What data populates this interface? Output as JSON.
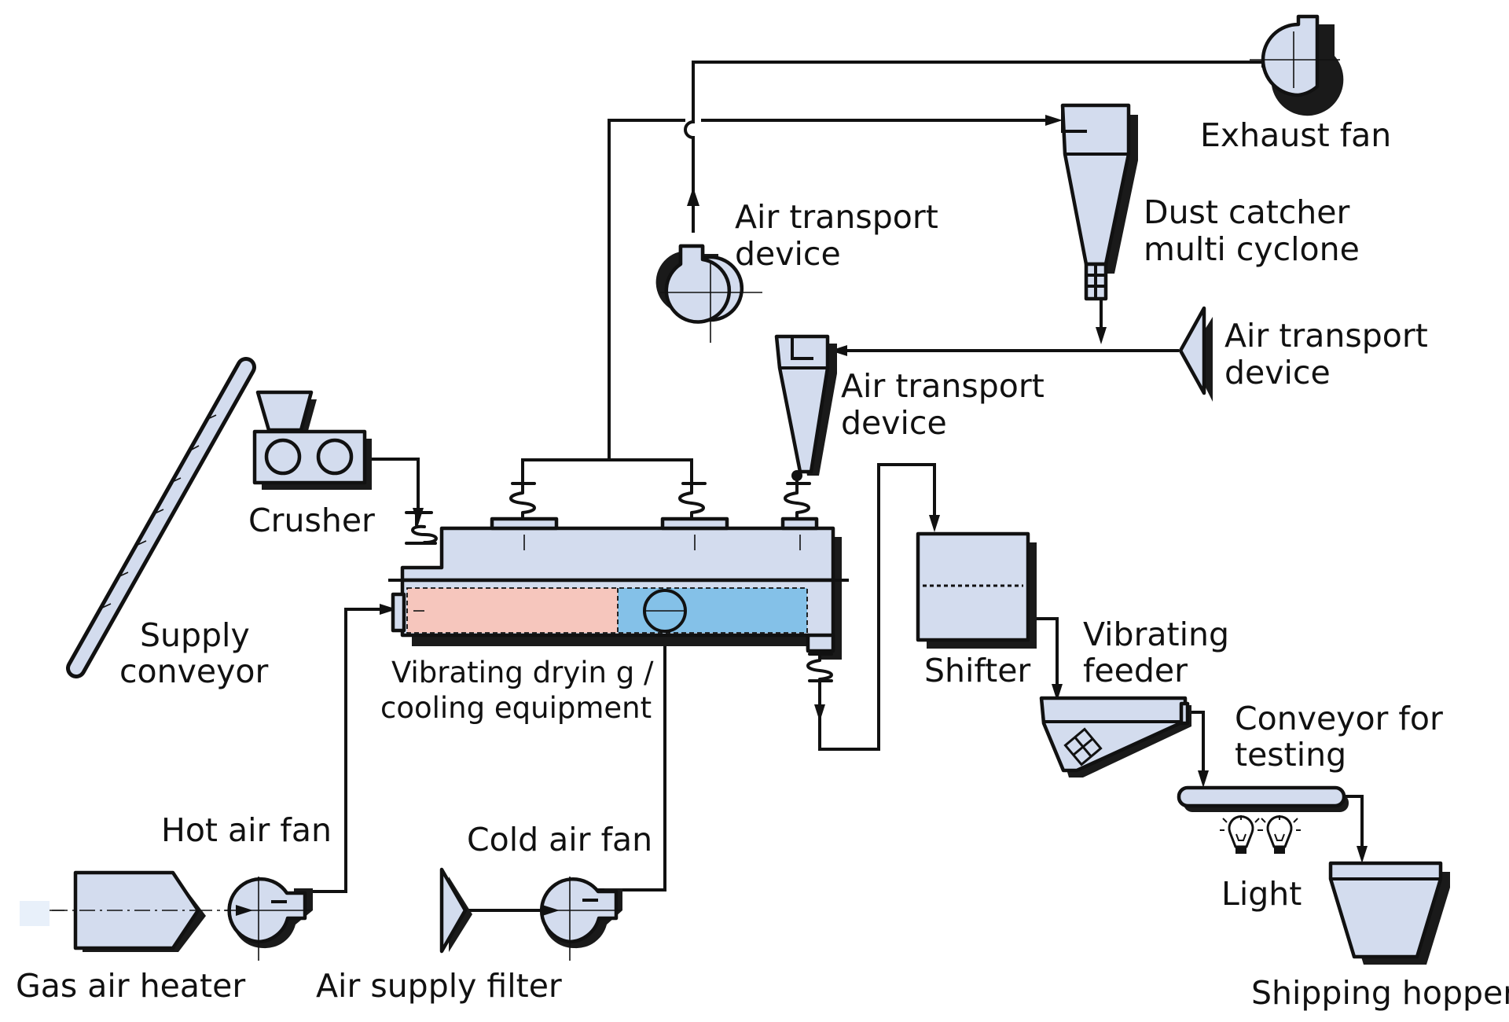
{
  "labels": {
    "exhaust_fan": "Exhaust fan",
    "dust_catcher_line1": "Dust catcher",
    "dust_catcher_line2": "multi cyclone",
    "air_transport_top_line1": "Air transport",
    "air_transport_top_line2": "device",
    "air_transport_right_line1": "Air transport",
    "air_transport_right_line2": "device",
    "air_transport_mid_line1": "Air transport",
    "air_transport_mid_line2": "device",
    "crusher": "Crusher",
    "supply_conveyor_line1": "Supply",
    "supply_conveyor_line2": "conveyor",
    "dryer_line1": "Vibrating dryin  g /",
    "dryer_line2": "cooling equipment",
    "shifter": "Shifter",
    "vibrating_feeder_line1": "Vibrating",
    "vibrating_feeder_line2": "feeder",
    "conveyor_testing_line1": "Conveyor for",
    "conveyor_testing_line2": "testing",
    "light": "Light",
    "shipping_hopper": "Shipping hopper",
    "hot_air_fan": "Hot air fan",
    "cold_air_fan": "Cold air fan",
    "gas_air_heater": "Gas air heater",
    "air_supply_filter": "Air supply filter"
  },
  "colors": {
    "equipment_fill": "#d3dcee",
    "heating_zone": "#f6c6bd",
    "cooling_zone": "#84c1e8",
    "outline": "#111111",
    "inlet_fill": "#e8f0fa"
  }
}
